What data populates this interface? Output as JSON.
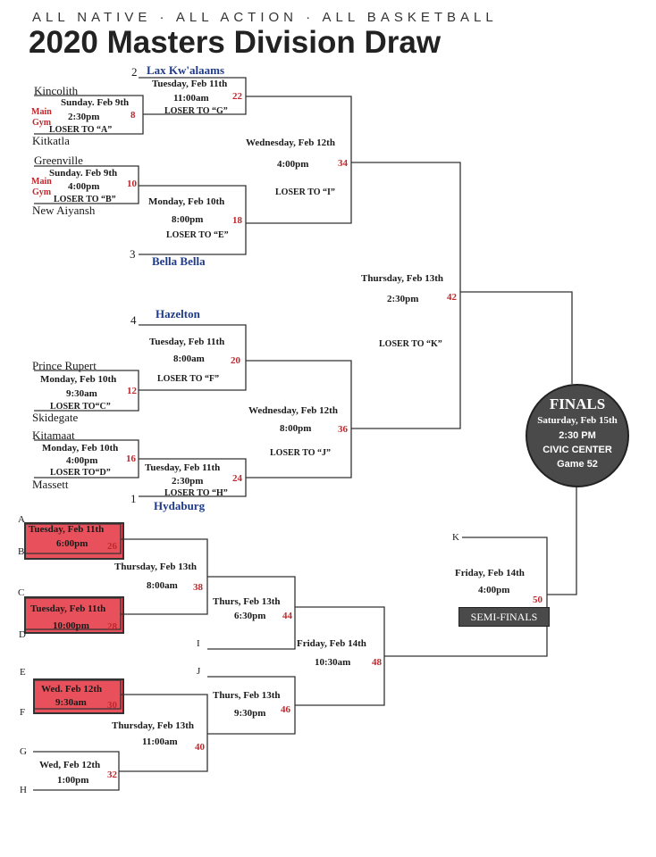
{
  "header": {
    "tagline": "ALL NATIVE  ·  ALL ACTION  ·  ALL BASKETBALL",
    "title": "2020 Masters Division Draw"
  },
  "teams": {
    "lax": "Lax Kw'alaams",
    "lax_seed": "2",
    "kincolith": "Kincolith",
    "kitkatla": "Kitkatla",
    "greenville": "Greenville",
    "new_aiyansh": "New Aiyansh",
    "bella": "Bella Bella",
    "bella_seed": "3",
    "hazelton": "Hazelton",
    "hazelton_seed": "4",
    "prince_rupert": "Prince Rupert",
    "skidegate": "Skidegate",
    "kitamaat": "Kitamaat",
    "massett": "Massett",
    "hydaburg": "Hydaburg",
    "hydaburg_seed": "1"
  },
  "games": {
    "g8": {
      "day": "Sunday. Feb 9th",
      "time": "2:30pm",
      "num": "8",
      "loser": "LOSER TO “A”",
      "venue1": "Main",
      "venue2": "Gym"
    },
    "g10": {
      "day": "Sunday. Feb 9th",
      "time": "4:00pm",
      "num": "10",
      "loser": "LOSER TO “B”",
      "venue1": "Main",
      "venue2": "Gym"
    },
    "g12": {
      "day": "Monday, Feb 10th",
      "time": "9:30am",
      "num": "12",
      "loser": "LOSER TO“C”"
    },
    "g16": {
      "day": "Monday, Feb 10th",
      "time": "4:00pm",
      "num": "16",
      "loser": "LOSER TO“D”"
    },
    "g18": {
      "day": "Monday, Feb 10th",
      "time": "8:00pm",
      "num": "18",
      "loser": "LOSER TO “E”"
    },
    "g20": {
      "day": "Tuesday, Feb 11th",
      "time": "8:00am",
      "num": "20",
      "loser": "LOSER TO “F”"
    },
    "g22": {
      "day": "Tuesday, Feb 11th",
      "time": "11:00am",
      "num": "22",
      "loser": "LOSER TO “G”"
    },
    "g24": {
      "day": "Tuesday, Feb 11th",
      "time": "2:30pm",
      "num": "24",
      "loser": "LOSER TO “H”"
    },
    "g26": {
      "day": "Tuesday, Feb 11th",
      "time": "6:00pm",
      "num": "26"
    },
    "g28": {
      "day": "Tuesday, Feb 11th",
      "time": "10:00pm",
      "num": "28"
    },
    "g30": {
      "day": "Wed. Feb 12th",
      "time": "9:30am",
      "num": "30"
    },
    "g32": {
      "day": "Wed, Feb 12th",
      "time": "1:00pm",
      "num": "32"
    },
    "g34": {
      "day": "Wednesday, Feb 12th",
      "time": "4:00pm",
      "num": "34",
      "loser": "LOSER TO “I”"
    },
    "g36": {
      "day": "Wednesday, Feb 12th",
      "time": "8:00pm",
      "num": "36",
      "loser": "LOSER TO “J”"
    },
    "g38": {
      "day": "Thursday, Feb 13th",
      "time": "8:00am",
      "num": "38"
    },
    "g40": {
      "day": "Thursday, Feb 13th",
      "time": "11:00am",
      "num": "40"
    },
    "g42": {
      "day": "Thursday, Feb 13th",
      "time": "2:30pm",
      "num": "42",
      "loser": "LOSER TO “K”"
    },
    "g44": {
      "day": "Thurs, Feb 13th",
      "time": "6:30pm",
      "num": "44"
    },
    "g46": {
      "day": "Thurs, Feb 13th",
      "time": "9:30pm",
      "num": "46"
    },
    "g48": {
      "day": "Friday, Feb 14th",
      "time": "10:30am",
      "num": "48"
    },
    "g50": {
      "day": "Friday, Feb 14th",
      "time": "4:00pm",
      "num": "50"
    }
  },
  "slots": {
    "a": "A",
    "b": "B",
    "c": "C",
    "d": "D",
    "e": "E",
    "f": "F",
    "g": "G",
    "h": "H",
    "i": "I",
    "j": "J",
    "k": "K"
  },
  "semi_label": "SEMI-FINALS",
  "finals": {
    "title": "FINALS",
    "day": "Saturday, Feb 15th",
    "time": "2:30 PM",
    "venue": "CIVIC CENTER",
    "game": "Game 52"
  },
  "colors": {
    "red_box": "#e8505b",
    "finals": "#4a4a4a",
    "game_number": "#c0282d",
    "seed_team": "#1f3a8a"
  }
}
